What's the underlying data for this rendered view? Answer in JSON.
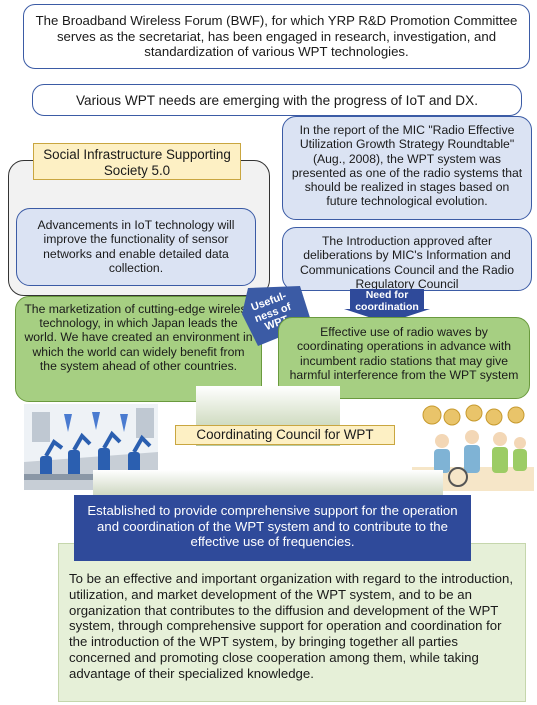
{
  "top_box": "The Broadband Wireless Forum (BWF), for which YRP R&D Promotion Committee serves as the secretariat, has been engaged in research, investigation, and standardization of various WPT technologies.",
  "needs_box": "Various WPT needs are emerging with the progress of IoT and DX.",
  "society_title": "Social Infrastructure Supporting Society 5.0",
  "iot_box": "Advancements in IoT technology will improve the functionality of sensor networks and enable detailed data collection.",
  "mic_report_box": "In the report of the MIC \"Radio Effective Utilization Growth Strategy Roundtable\" (Aug., 2008), the WPT system was presented as one of the radio systems that should be realized in stages based on future technological evolution.",
  "introduction_box": "The Introduction approved after deliberations by MIC's Information and Communications Council and the Radio Regulatory Council",
  "need_coordination_label": "Need for coordination",
  "usefulness_label": "Useful-ness of WPT",
  "market_box": "The marketization of cutting-edge wireless technology, in which Japan leads the world. We have created an environment in which the world can widely benefit from the system ahead of other countries.",
  "effective_use_box": "Effective use of radio waves by coordinating operations in advance with incumbent radio stations that may give harmful interference from the WPT system",
  "council_label": "Coordinating Council for WPT",
  "established_box": "Established to provide comprehensive support for the operation and coordination of the WPT system and to contribute to the effective use of frequencies.",
  "mission_box": "To be an effective and important organization with regard to the introduction, utilization, and market development of the WPT system, and to be an organization that contributes to the diffusion and development of the WPT system, through comprehensive support for operation and coordination for the introduction of the WPT system, by bringing together all parties concerned and promoting close cooperation among them, while taking advantage of their specialized knowledge.",
  "colors": {
    "accent_blue": "#3b5ba5",
    "dark_blue": "#2f4a9a",
    "green": "#a6cf82",
    "light_green": "#e6f0d8",
    "light_blue": "#dbe3f3",
    "yellow": "#fdf0c4"
  }
}
